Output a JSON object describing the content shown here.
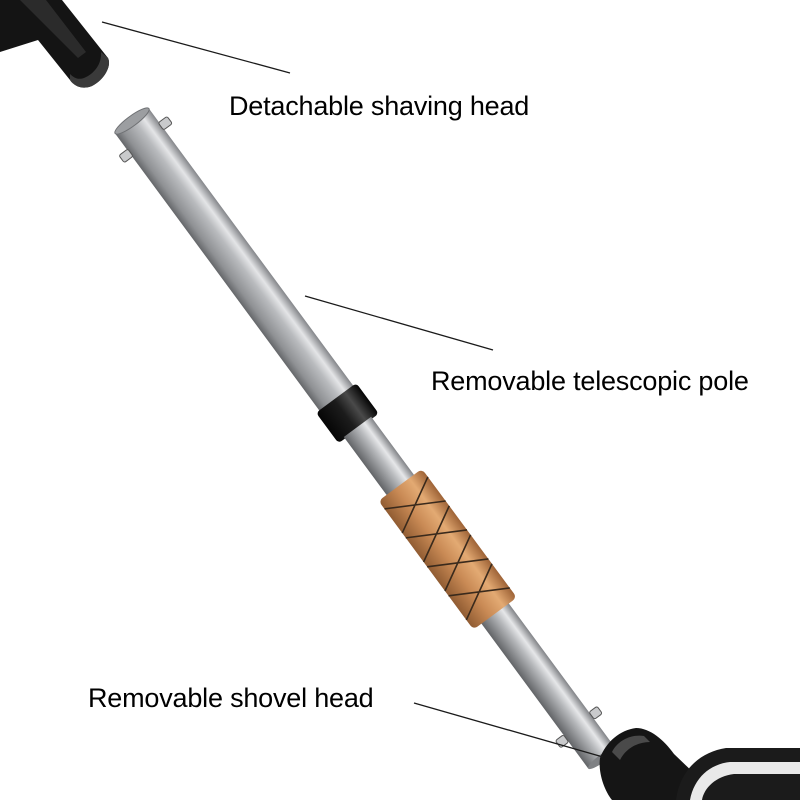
{
  "labels": {
    "shaving_head": "Detachable shaving head",
    "telescopic_pole": "Removable telescopic pole",
    "shovel_head": "Removable shovel head"
  },
  "colors": {
    "background": "#ffffff",
    "pole_metal": "#a9abae",
    "pole_highlight": "#e2e3e5",
    "pole_shadow": "#6b6d70",
    "black_parts": "#151515",
    "grip_leather": "#c98a55",
    "grip_stitch": "#3a2a1c",
    "leader_line": "#1a1a1a"
  },
  "icons": {
    "shaving_head": "black-cap-fragment",
    "pole": "telescopic-metal-pole",
    "collar": "black-joint-collar",
    "grip": "leather-wrapped-grip",
    "shovel_head": "black-shovel-fragment"
  }
}
